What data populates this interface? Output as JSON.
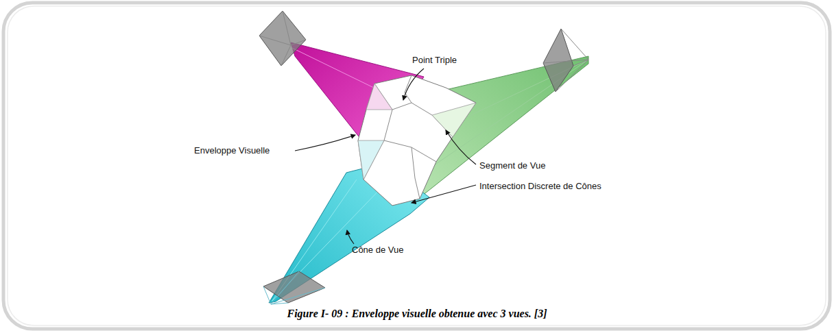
{
  "diagram": {
    "caption": "Figure I- 09 : Enveloppe visuelle obtenue avec 3 vues. [3]",
    "labels": [
      "Point Triple",
      "Enveloppe Visuelle",
      "Segment de Vue",
      "Intersection Discrete de Cônes",
      "Cône de Vue"
    ]
  }
}
